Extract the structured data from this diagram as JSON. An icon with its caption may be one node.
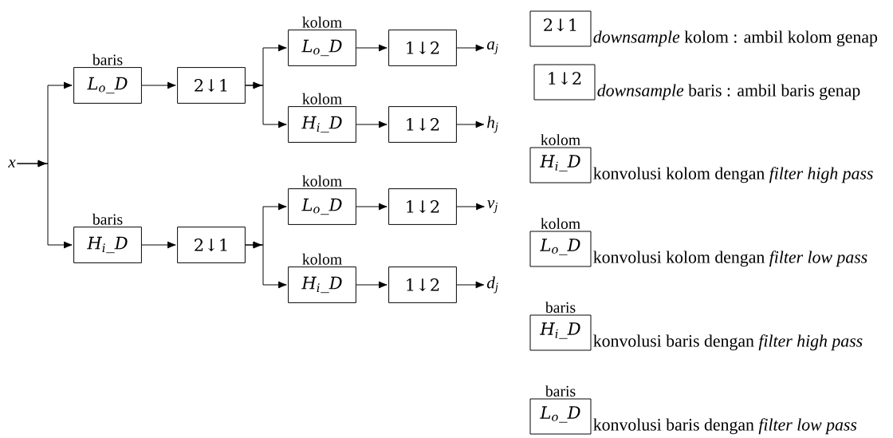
{
  "diagram": {
    "nodes": [
      {
        "text": [
          "x"
        ]
      },
      {
        "text": [
          "baris",
          "L$_{o}$_D"
        ]
      },
      {
        "text": [
          "2↓1"
        ]
      },
      {
        "text": [
          "kolom",
          "L$_{o}$_D"
        ]
      },
      {
        "text": [
          "1↓2"
        ]
      },
      {
        "text": [
          "a$_{j}$"
        ]
      },
      {
        "text": [
          "kolom",
          "H$_{i}$_D"
        ]
      },
      {
        "text": [
          "1↓2"
        ]
      },
      {
        "text": [
          "h$_{j}$"
        ]
      },
      {
        "text": [
          "baris",
          "H$_{i}$_D"
        ]
      },
      {
        "text": [
          "2↓1"
        ]
      },
      {
        "text": [
          "kolom",
          "L$_{o}$_D"
        ]
      },
      {
        "text": [
          "1↓2"
        ]
      },
      {
        "text": [
          "v$_{j}$"
        ]
      },
      {
        "text": [
          "kolom",
          "H$_{i}$_D"
        ]
      },
      {
        "text": [
          "1↓2"
        ]
      },
      {
        "text": [
          "d$_{j}$"
        ]
      },
      {
        "text": [
          "2↓1"
        ],
        "beside": [
          "*downsample* kolom : ambil kolom genap"
        ]
      },
      {
        "text": [
          "1↓2"
        ],
        "beside": [
          "*downsample* baris : ambil baris genap"
        ]
      },
      {
        "text": [
          "kolom",
          "H$_{i}$_D"
        ],
        "beside": [
          "konvolusi kolom dengan *filter high pass*"
        ]
      },
      {
        "text": [
          "kolom",
          "L$_{o}$_D"
        ],
        "beside": [
          "konvolusi kolom dengan *filter low pass*"
        ]
      },
      {
        "text": [
          "baris",
          "H$_{i}$_D"
        ],
        "beside": [
          "konvolusi baris dengan *filter high pass*"
        ]
      },
      {
        "text": [
          "baris",
          "L$_{o}$_D"
        ],
        "beside": [
          "konvolusi baris dengan *filter low pass*"
        ]
      }
    ],
    "edges": [
      {
        "from": 0,
        "to": 1,
        "arrow": "to"
      },
      {
        "from": 0,
        "to": 9,
        "arrow": "to"
      },
      {
        "from": 1,
        "to": 2,
        "arrow": "to"
      },
      {
        "from": 2,
        "to": 3,
        "arrow": "to"
      },
      {
        "from": 2,
        "to": 6,
        "arrow": "to"
      },
      {
        "from": 3,
        "to": 4,
        "arrow": "to"
      },
      {
        "from": 4,
        "to": 5,
        "arrow": "to"
      },
      {
        "from": 6,
        "to": 7,
        "arrow": "to"
      },
      {
        "from": 7,
        "to": 8,
        "arrow": "to"
      },
      {
        "from": 9,
        "to": 10,
        "arrow": "to"
      },
      {
        "from": 10,
        "to": 11,
        "arrow": "to"
      },
      {
        "from": 10,
        "to": 14,
        "arrow": "to"
      },
      {
        "from": 11,
        "to": 12,
        "arrow": "to"
      },
      {
        "from": 12,
        "to": 13,
        "arrow": "to"
      },
      {
        "from": 14,
        "to": 15,
        "arrow": "to"
      },
      {
        "from": 15,
        "to": 16,
        "arrow": "to"
      }
    ]
  }
}
